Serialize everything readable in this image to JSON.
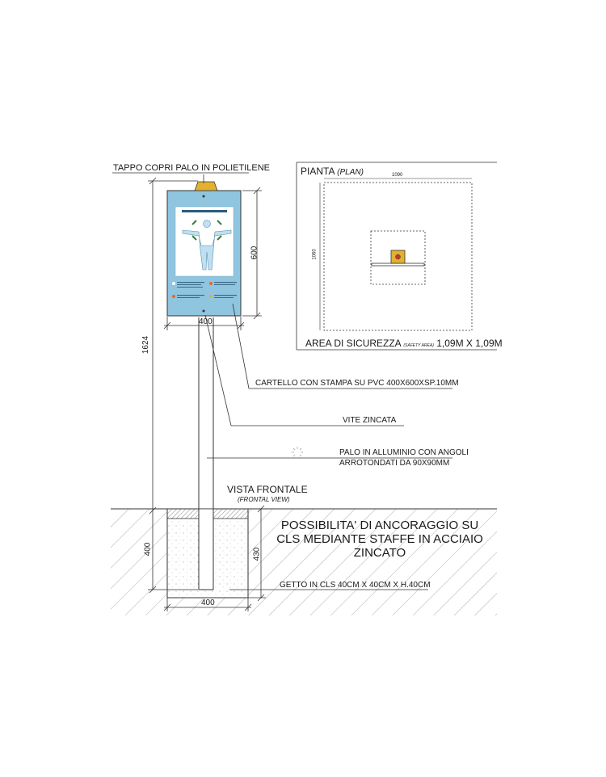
{
  "labels": {
    "cap": "TAPPO COPRI PALO IN POLIETILENE",
    "plan_title": "PIANTA",
    "plan_title_en": "(PLAN)",
    "plan_width": "1090",
    "plan_height": "1060",
    "safety_area": "AREA DI SICUREZZA",
    "safety_area_en": "(SAFETY AREA)",
    "safety_area_dims": "1,09M X 1,09M",
    "sign_height": "600",
    "sign_width": "400",
    "total_height": "1624",
    "sign_desc": "CARTELLO CON STAMPA SU PVC 400X600XSP.10MM",
    "screw": "VITE ZINCATA",
    "pole_line1": "PALO IN ALLUMINIO CON ANGOLI",
    "pole_line2": "ARROTONDATI DA 90X90MM",
    "front_view": "VISTA FRONTALE",
    "front_view_en": "(FRONTAL VIEW)",
    "anchoring": "POSSIBILITA' DI ANCORAGGIO SU CLS MEDIANTE STAFFE IN ACCIAIO ZINCATO",
    "foundation_depth": "400",
    "foundation_height": "430",
    "foundation_width": "400",
    "foundation_desc": "GETTO IN CLS 40CM X 40CM X H.40CM"
  },
  "colors": {
    "line": "#333333",
    "sign_blue": "#8fc5df",
    "cap_yellow": "#e3b12f",
    "hatch": "#888888"
  },
  "icons": {
    "sign": "safety-sign-figure-icon",
    "cap": "pole-cap-icon",
    "plan_pole": "pole-plan-marker-icon",
    "pole_section": "pole-section-icon"
  }
}
